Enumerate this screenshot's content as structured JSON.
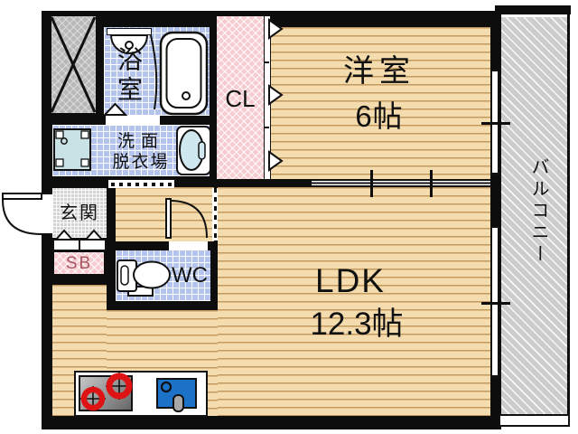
{
  "labels": {
    "western_room": "洋室",
    "western_room_size": "6帖",
    "ldk": "LDK",
    "ldk_size": "12.3帖",
    "balcony": "バルコニー",
    "bathroom": "浴室",
    "washroom_line1": "洗面",
    "washroom_line2": "脱衣場",
    "entrance": "玄関",
    "shoe_box": "SB",
    "toilet": "WC",
    "closet": "CL"
  },
  "colors": {
    "wall": "#0d0d0d",
    "wood_floor": "#f5dcae",
    "wood_stripe": "#c29a60",
    "tile_blue": "#b5c4ec",
    "closet_pink": "#f6ccd0",
    "balcony_gray": "#cccccc",
    "entrance_gray": "#d3d3d3",
    "shaft_gray": "#b8b8b8",
    "burner_red": "#de1414",
    "sink_blue": "#1c72c6",
    "sb_text": "#a85560"
  }
}
